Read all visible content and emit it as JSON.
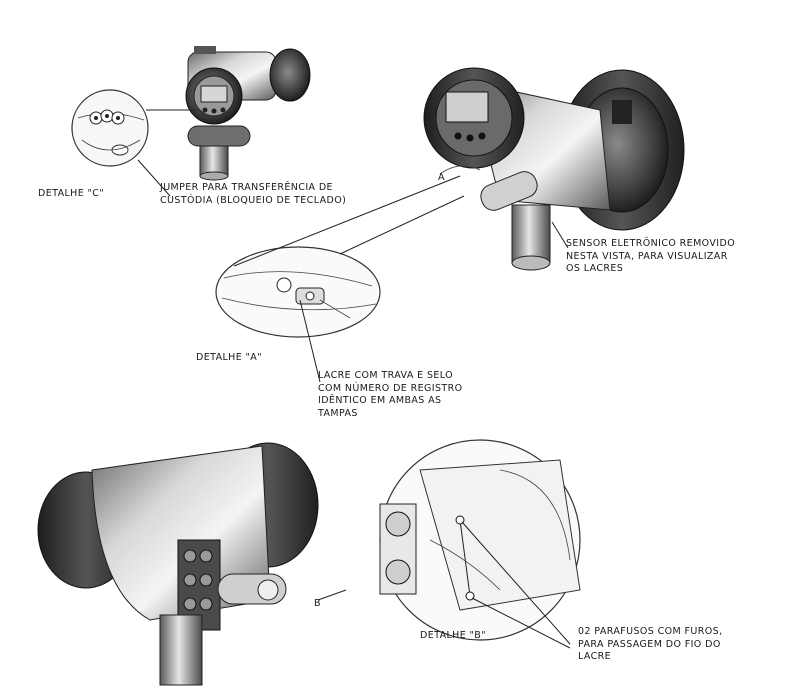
{
  "labels": {
    "detail_c": "DETALHE \"C\"",
    "jumper": "JUMPER PARA TRANSFERÊNCIA DE\nCUSTÓDIA (BLOQUEIO DE TECLADO)",
    "sensor": "SENSOR ELETRÔNICO REMOVIDO\nNESTA VISTA, PARA VISUALIZAR\nOS LACRES",
    "marker_a": "A",
    "detail_a": "DETALHE \"A\"",
    "lacre": "LACRE COM TRAVA E SELO\nCOM NÚMERO DE REGISTRO\nIDÊNTICO EM AMBAS  AS\nTAMPAS",
    "marker_b": "B",
    "detail_b": "DETALHE \"B\"",
    "parafusos": "02 PARAFUSOS COM FUROS,\nPARA PASSAGEM DO FIO DO\nLACRE"
  }
}
